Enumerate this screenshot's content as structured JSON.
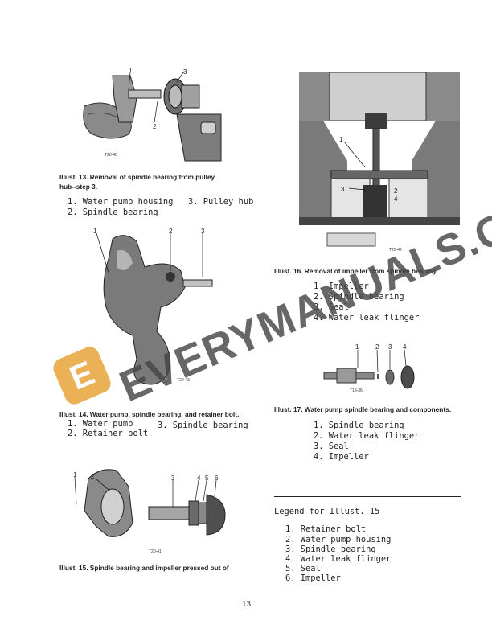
{
  "ill13": {
    "code": "T20-40",
    "callouts": [
      "1",
      "2",
      "3"
    ],
    "caption_line1": "Illust. 13.  Removal of spindle bearing from pulley",
    "caption_line2": "hub--step 3.",
    "items": [
      "1. Water pump housing",
      "3. Pulley hub",
      "2. Spindle bearing"
    ]
  },
  "ill14": {
    "code": "T20-43",
    "callouts": [
      "1",
      "2",
      "3"
    ],
    "caption": "Illust. 14.  Water pump, spindle bearing, and retainer bolt.",
    "items": [
      "1. Water pump",
      "3. Spindle bearing",
      "2. Retainer bolt"
    ]
  },
  "ill15": {
    "code": "T20-41",
    "callouts": [
      "1",
      "2",
      "3",
      "4",
      "5",
      "6"
    ],
    "caption": "Illust. 15.  Spindle bearing and impeller pressed out of"
  },
  "ill16": {
    "code": "T20-42",
    "callouts": [
      "1",
      "3",
      "2",
      "4"
    ],
    "caption": "Illust. 16.  Removal of impeller from spindle bearing.",
    "items": [
      "1. Impeller",
      "2. Spindle bearing",
      "3. Seal",
      "4. Water leak flinger"
    ]
  },
  "ill17": {
    "code": "T13-36",
    "callouts": [
      "1",
      "2",
      "3",
      "4"
    ],
    "caption": "Illust. 17.  Water pump spindle bearing and components.",
    "items": [
      "1. Spindle bearing",
      "2. Water leak flinger",
      "3. Seal",
      "4. Impeller"
    ]
  },
  "legend15": {
    "title": "Legend for Illust. 15",
    "items": [
      "1. Retainer bolt",
      "2. Water pump housing",
      "3. Spindle bearing",
      "4. Water leak flinger",
      "5. Seal",
      "6. Impeller"
    ]
  },
  "watermark": {
    "text": "EVERYMANUALS.COM",
    "logo_letter": "E"
  },
  "page_number": "13",
  "colors": {
    "ink": "#1c1c1c",
    "watermark_orange": "#e8a640"
  }
}
